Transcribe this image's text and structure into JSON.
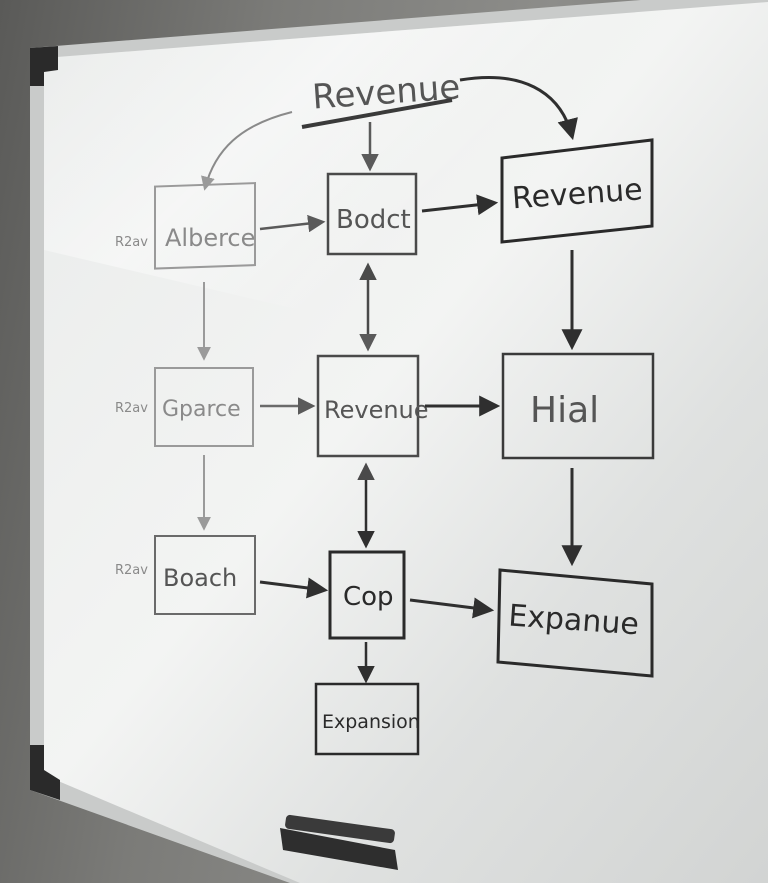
{
  "title": "Revenue",
  "nodes": {
    "col1_row1": "Alberce",
    "col1_row2": "Gparce",
    "col1_row3": "Boach",
    "col2_row1": "Bodct",
    "col2_row2": "Revenue",
    "col2_row3": "Cop",
    "col2_row4": "Expansion",
    "col3_row1": "Revenue",
    "col3_row2": "Hial",
    "col3_row3": "Expanue"
  },
  "row_labels": [
    "R2av",
    "R2av",
    "R2av"
  ],
  "colors": {
    "board": "#eceeed",
    "frame": "#cfd1d0",
    "ink_dark": "#2f2f2f",
    "ink_faint": "#9a9a9a"
  }
}
